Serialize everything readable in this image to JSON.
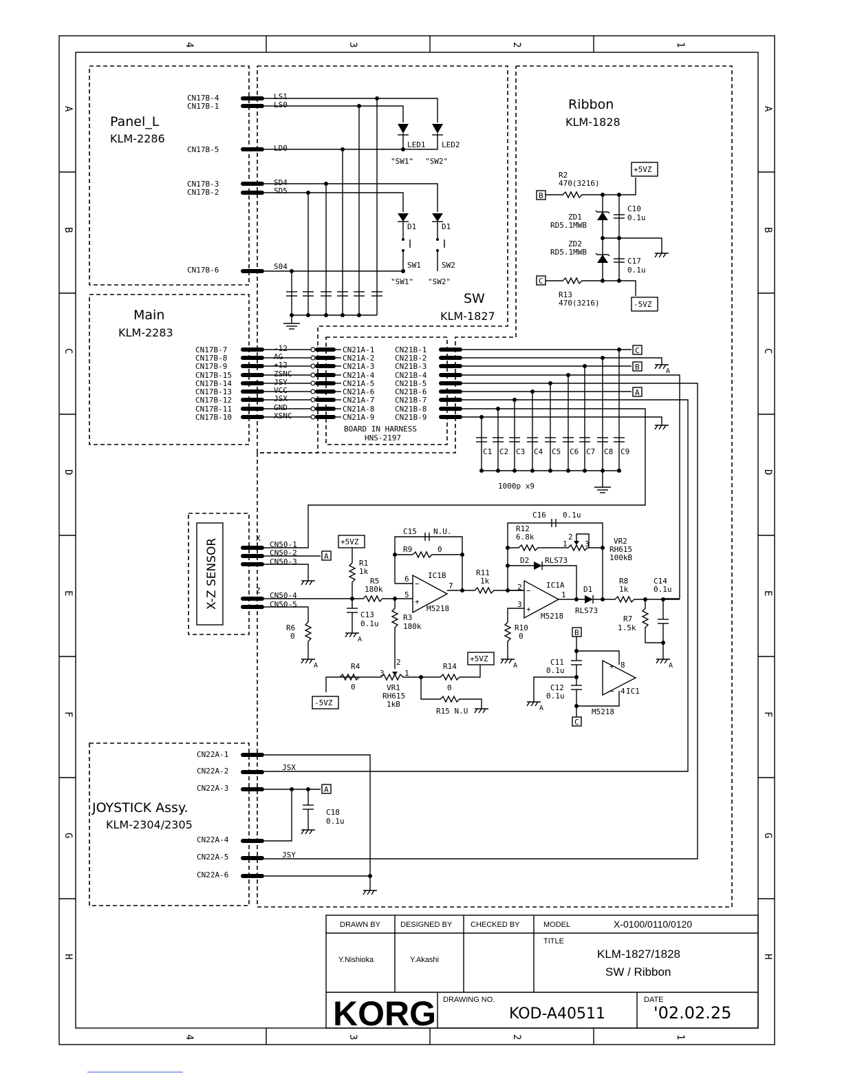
{
  "grid": {
    "cols": [
      "4",
      "3",
      "2",
      "1"
    ],
    "rows": [
      "A",
      "B",
      "C",
      "D",
      "E",
      "F",
      "G",
      "H"
    ]
  },
  "blocks": {
    "panel": {
      "name": "Panel_L",
      "part": "KLM-2286"
    },
    "main": {
      "name": "Main",
      "part": "KLM-2283"
    },
    "sw": {
      "name": "SW",
      "part": "KLM-1827"
    },
    "ribbon": {
      "name": "Ribbon",
      "part": "KLM-1828"
    },
    "sensor": {
      "name": "X-Z SENSOR"
    },
    "joystick": {
      "name": "JOYSTICK Assy.",
      "part": "KLM-2304/2305"
    },
    "harness": {
      "name": "BOARD IN HARNESS",
      "part": "HNS-2197"
    }
  },
  "connectors": {
    "cn17b_panel": [
      {
        "pin": "CN17B-4",
        "net": "LS1"
      },
      {
        "pin": "CN17B-1",
        "net": "LS0"
      },
      {
        "pin": "CN17B-5",
        "net": "LD0"
      },
      {
        "pin": "CN17B-3",
        "net": "SD4"
      },
      {
        "pin": "CN17B-2",
        "net": "SD5"
      },
      {
        "pin": "CN17B-6",
        "net": "S04"
      }
    ],
    "cn17b_main": [
      {
        "pin": "CN17B-7",
        "net": "-12",
        "a": "CN21A-1",
        "b": "CN21B-1"
      },
      {
        "pin": "CN17B-8",
        "net": "AG",
        "a": "CN21A-2",
        "b": "CN21B-2"
      },
      {
        "pin": "CN17B-9",
        "net": "+12",
        "a": "CN21A-3",
        "b": "CN21B-3"
      },
      {
        "pin": "CN17B-15",
        "net": "ZSNC",
        "a": "CN21A-4",
        "b": "CN21B-4"
      },
      {
        "pin": "CN17B-14",
        "net": "JSY",
        "a": "CN21A-5",
        "b": "CN21B-5"
      },
      {
        "pin": "CN17B-13",
        "net": "VCC",
        "a": "CN21A-6",
        "b": "CN21B-6"
      },
      {
        "pin": "CN17B-12",
        "net": "JSX",
        "a": "CN21A-7",
        "b": "CN21B-7"
      },
      {
        "pin": "CN17B-11",
        "net": "GND",
        "a": "CN21A-8",
        "b": "CN21B-8"
      },
      {
        "pin": "CN17B-10",
        "net": "XSNC",
        "a": "CN21A-9",
        "b": "CN21B-9"
      }
    ],
    "cn50": [
      "CN50-1",
      "CN50-2",
      "CN50-3",
      "CN50-4",
      "CN50-5"
    ],
    "cn22a": [
      "CN22A-1",
      "CN22A-2",
      "CN22A-3",
      "CN22A-4",
      "CN22A-5",
      "CN22A-6"
    ],
    "cn22_nets": {
      "jsx": "JSX",
      "jsy": "JSY"
    },
    "sensor_xz": {
      "x": "X",
      "z": "Z"
    }
  },
  "parts": {
    "led1": "LED1",
    "led2": "LED2",
    "sw1q": "\"SW1\"",
    "sw2q": "\"SW2\"",
    "d1": "D1",
    "sw1": "SW1",
    "sw2": "SW2",
    "r2": "R2",
    "r2v": "470(3216)",
    "r13": "R13",
    "r13v": "470(3216)",
    "zd1": "ZD1",
    "zd2": "ZD2",
    "zdv": "RD5.1MWB",
    "c10": "C10",
    "c17": "C17",
    "c01u": "0.1u",
    "p5vz": "+5VZ",
    "m5vz": "-5VZ",
    "caps": [
      "C1",
      "C2",
      "C3",
      "C4",
      "C5",
      "C6",
      "C7",
      "C8",
      "C9"
    ],
    "capsv": "1000p x9",
    "c16": "C16",
    "c15": "C15",
    "nu": "N.U.",
    "r9": "R9",
    "r12": "R12",
    "r12v": "6.8k",
    "vr2": "VR2",
    "vr2v": "RH615",
    "vr2r": "100kB",
    "d2": "D2",
    "rls73": "RLS73",
    "r1": "R1",
    "r1v": "1k",
    "r5": "R5",
    "r5v": "180k",
    "ic1b": "IC1B",
    "ic1a": "IC1A",
    "m5218": "M5218",
    "ic1": "IC1",
    "r11": "R11",
    "r11v": "1k",
    "r8": "R8",
    "r8v": "1k",
    "c14": "C14",
    "c13": "C13",
    "r3": "R3",
    "r3v": "180k",
    "r6": "R6",
    "zero": "0",
    "r10": "R10",
    "r7": "R7",
    "r7v": "1.5k",
    "r4": "R4",
    "vr1": "VR1",
    "vr1v": "RH615",
    "vr1r": "1kB",
    "r14": "R14",
    "r15": "R15 N.U",
    "c11": "C11",
    "c12": "C12",
    "c18": "C18",
    "n1": "1",
    "n2": "2",
    "n3": "3",
    "n4": "4",
    "n5": "5",
    "n6": "6",
    "n7": "7",
    "n8": "8",
    "plus": "+",
    "minus": "−",
    "gA": "A",
    "tagA": "A",
    "tagB": "B",
    "tagC": "C"
  },
  "title_block": {
    "drawn_by_h": "DRAWN BY",
    "designed_by_h": "DESIGNED BY",
    "checked_by_h": "CHECKED BY",
    "model_h": "MODEL",
    "model": "X-0100/0110/0120",
    "title_h": "TITLE",
    "title1": "KLM-1827/1828",
    "title2": "SW / Ribbon",
    "drawn_by": "Y.Nishioka",
    "designed_by": "Y.Akashi",
    "logo": "KORG",
    "drawing_no_h": "DRAWING NO.",
    "drawing_no": "KOD-A40511",
    "date_h": "DATE",
    "date": "'02.02.25"
  }
}
